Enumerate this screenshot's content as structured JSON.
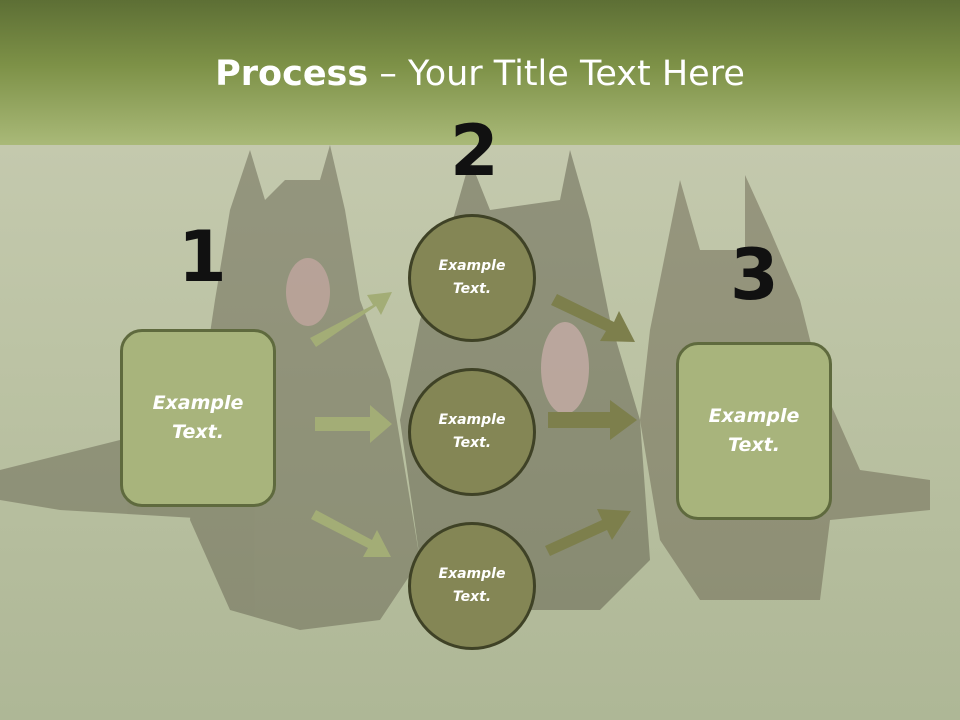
{
  "title": {
    "bold": "Process",
    "rest": " – Your Title Text Here"
  },
  "steps": [
    {
      "number": "1",
      "box_text": "Example\nText."
    },
    {
      "number": "2",
      "circles": [
        "Example\nText.",
        "Example\nText.",
        "Example\nText."
      ]
    },
    {
      "number": "3",
      "box_text": "Example\nText."
    }
  ],
  "colors": {
    "title_bar": "#7d9147",
    "box_fill": "#a8b47c",
    "circle_fill": "#848655",
    "arrow_light": "#a3ad76",
    "arrow_dark": "#7d7f4c"
  }
}
